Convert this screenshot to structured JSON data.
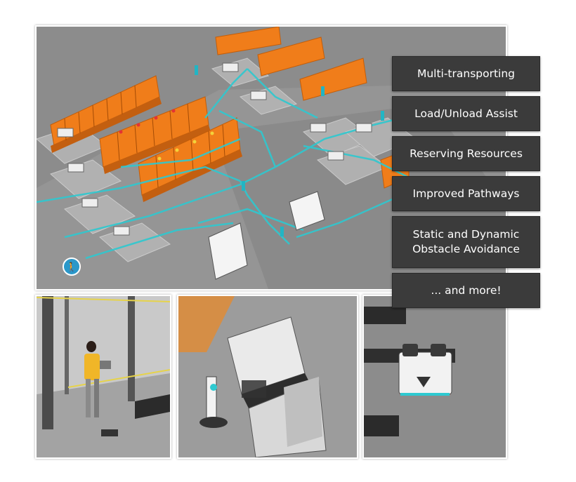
{
  "features": [
    {
      "lines": [
        "Multi-transporting"
      ]
    },
    {
      "lines": [
        "Load/Unload Assist"
      ]
    },
    {
      "lines": [
        "Reserving Resources"
      ]
    },
    {
      "lines": [
        "Improved Pathways"
      ]
    },
    {
      "lines": [
        "Static and Dynamic",
        "Obstacle Avoidance"
      ]
    },
    {
      "lines": [
        "... and more!"
      ]
    }
  ],
  "colors": {
    "feature_bg": "#3b3b3b",
    "feature_text": "#ffffff",
    "rack_orange": "#f07d1a",
    "path_cyan": "#2ec9d0",
    "floor_gray": "#8f8f8f"
  },
  "icons": {
    "operator_marker": "person-walking-icon"
  }
}
